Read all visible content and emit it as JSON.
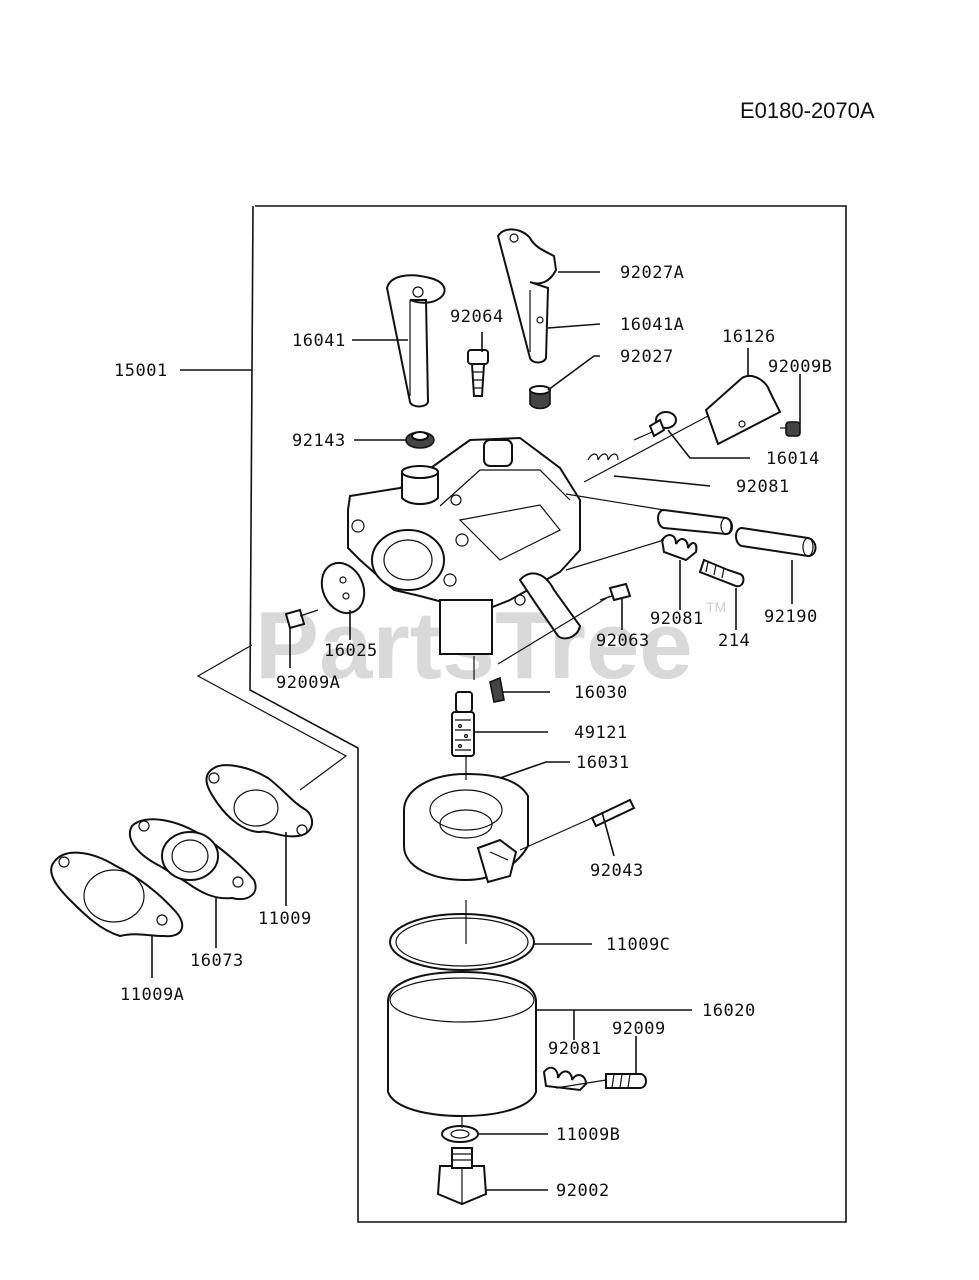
{
  "diagram_code": "E0180-2070A",
  "watermark": "PartsTree",
  "watermark_tm": "TM",
  "labels": {
    "p15001": "15001",
    "p92027A": "92027A",
    "p16041": "16041",
    "p92064": "92064",
    "p16041A": "16041A",
    "p92027": "92027",
    "p16126": "16126",
    "p92009B": "92009B",
    "p92143": "92143",
    "p16014": "16014",
    "p92081a": "92081",
    "p92081b": "92081",
    "p92190": "92190",
    "p214": "214",
    "p92063": "92063",
    "p16025": "16025",
    "p92009A": "92009A",
    "p16030": "16030",
    "p49121": "49121",
    "p16031": "16031",
    "p92043": "92043",
    "p11009": "11009",
    "p16073": "16073",
    "p11009A": "11009A",
    "p11009C": "11009C",
    "p16020": "16020",
    "p92009": "92009",
    "p92081c": "92081",
    "p11009B": "11009B",
    "p92002": "92002"
  }
}
